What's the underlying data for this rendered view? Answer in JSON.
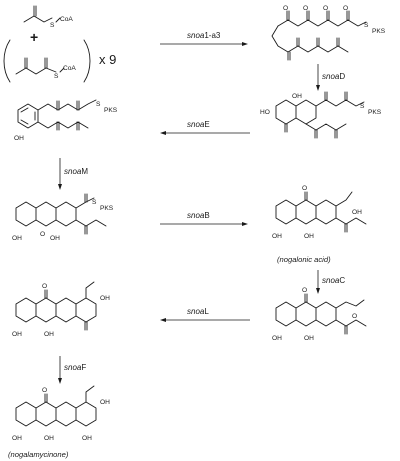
{
  "starter": {
    "coa_label": "CoA",
    "s_label": "S",
    "plus": "+",
    "times": "x 9"
  },
  "steps": [
    {
      "id": "step1",
      "gene": "snoa",
      "suffix": "1-a3"
    },
    {
      "id": "step2",
      "gene": "snoa",
      "suffix": "D"
    },
    {
      "id": "step3",
      "gene": "snoa",
      "suffix": "E"
    },
    {
      "id": "step4",
      "gene": "snoa",
      "suffix": "M"
    },
    {
      "id": "step5",
      "gene": "snoa",
      "suffix": "B"
    },
    {
      "id": "step6",
      "gene": "snoa",
      "suffix": "C"
    },
    {
      "id": "step7",
      "gene": "snoa",
      "suffix": "L"
    },
    {
      "id": "step8",
      "gene": "snoa",
      "suffix": "F"
    }
  ],
  "atoms": {
    "pks": "PKS",
    "s": "S",
    "oh": "OH",
    "ho": "HO",
    "o": "O"
  },
  "captions": {
    "nogalonic": "(nogalonic acid)",
    "nogalamycinone": "(nogalamycinone)"
  },
  "colors": {
    "ink": "#1a1a1a",
    "background": "#ffffff"
  }
}
